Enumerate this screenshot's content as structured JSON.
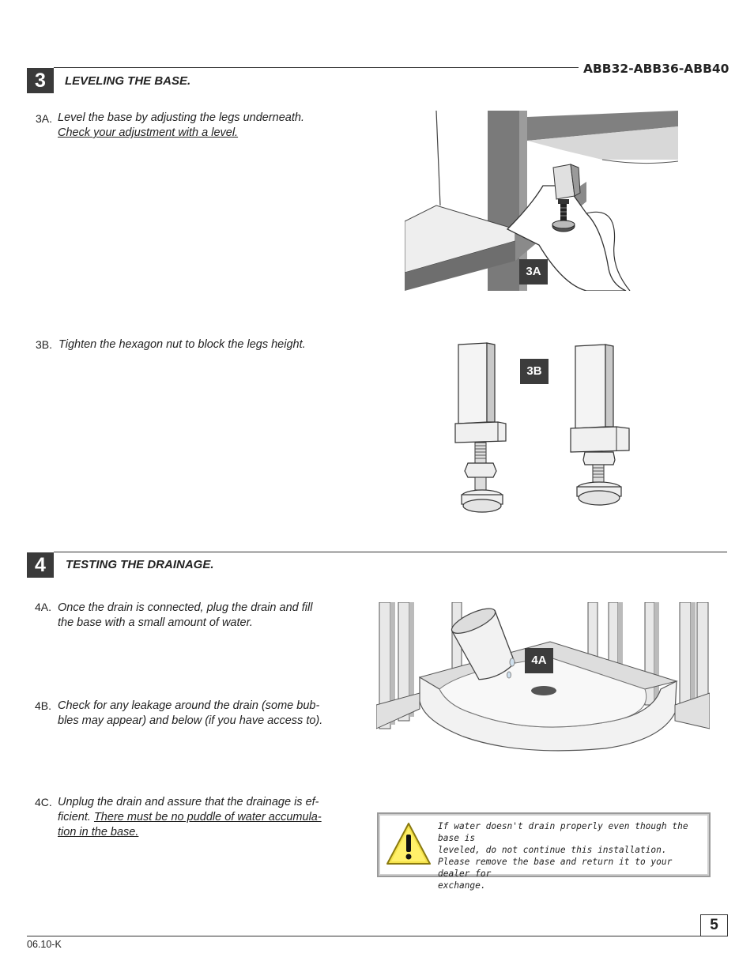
{
  "header": {
    "model": "ABB32-ABB36-ABB40"
  },
  "section3": {
    "number": "3",
    "title": "LEVELING THE BASE.",
    "step_3a": {
      "id": "3A.",
      "line1": "Level the base by adjusting the legs underneath.",
      "line2": "Check your adjustment with a level."
    },
    "step_3b": {
      "id": "3B.",
      "text": "Tighten the hexagon nut to block the legs height."
    },
    "fig_3a_label": "3A",
    "fig_3b_label": "3B"
  },
  "section4": {
    "number": "4",
    "title": "TESTING THE DRAINAGE.",
    "step_4a": {
      "id": "4A.",
      "line1": "Once the drain is connected, plug the drain and fill",
      "line2": "the base with a small amount of water."
    },
    "step_4b": {
      "id": "4B.",
      "line1": "Check for any leakage around the drain (some bub-",
      "line2": "bles may appear) and below (if you have access to)."
    },
    "step_4c": {
      "id": "4C.",
      "line1": "Unplug the drain and assure that the drainage is ef-",
      "line2a": "ficient.",
      "line2b": "There must be no puddle of water accumula-",
      "line3": "tion in the base."
    },
    "fig_4a_label": "4A"
  },
  "warning": {
    "icon": "warning-triangle-icon",
    "line1": "If water doesn't drain properly even though the base is",
    "line2": "leveled, do not continue this installation.",
    "line3": "Please remove the base and return it to your dealer for",
    "line4": "exchange."
  },
  "footer": {
    "page_number": "5",
    "doc_code": "06.10-K"
  }
}
